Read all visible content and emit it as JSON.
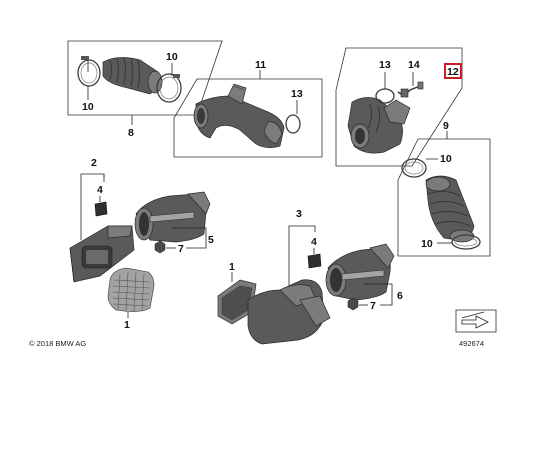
{
  "callouts": {
    "c1a": "1",
    "c1b": "1",
    "c2": "2",
    "c3": "3",
    "c4a": "4",
    "c4b": "4",
    "c5": "5",
    "c6": "6",
    "c7a": "7",
    "c7b": "7",
    "c8": "8",
    "c9": "9",
    "c10a": "10",
    "c10b": "10",
    "c10c": "10",
    "c10d": "10",
    "c11": "11",
    "c13a": "13",
    "c13b": "13",
    "c14": "14",
    "c12": "12"
  },
  "footer": {
    "copyright": "© 2018 BMW AG",
    "diagram_number": "492674"
  },
  "colors": {
    "highlight": "#cc1d24",
    "part_dark": "#5a5a5a",
    "part_light": "#a3a3a3"
  },
  "icons": [
    "hose-clamp-icon",
    "intake-hose-icon",
    "air-duct-icon",
    "air-filter-housing-icon",
    "grille-icon",
    "seal-ring-icon",
    "sensor-icon",
    "nut-icon",
    "gasket-icon",
    "navigation-arrow-icon"
  ]
}
